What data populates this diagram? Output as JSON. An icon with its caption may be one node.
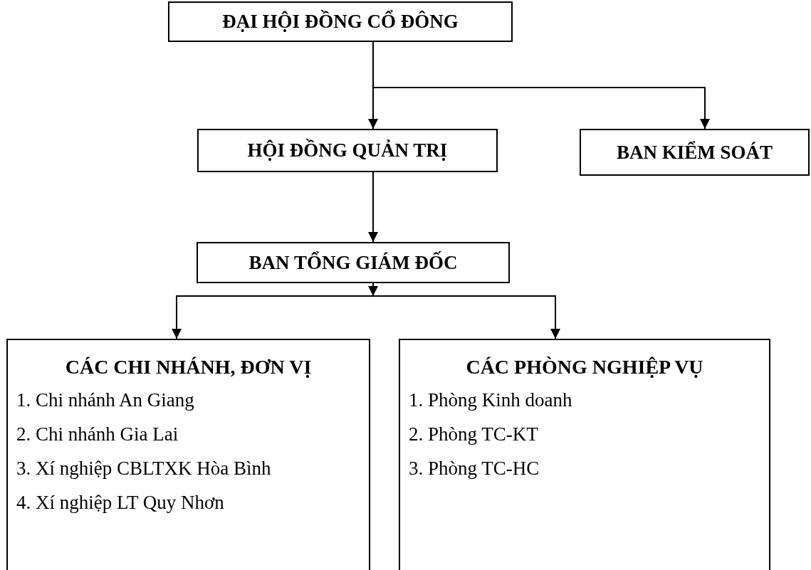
{
  "diagram": {
    "nodes": [
      {
        "text": [
          "ĐẠI HỘI ĐỒNG CỔ ĐÔNG"
        ]
      },
      {
        "text": [
          "HỘI ĐỒNG QUẢN TRỊ"
        ]
      },
      {
        "text": [
          "BAN KIỂM SOÁT"
        ]
      },
      {
        "text": [
          "BAN TỔNG GIÁM ĐỐC"
        ]
      },
      {
        "text": [
          "CÁC CHI NHÁNH, ĐƠN VỊ",
          "1. Chi nhánh An Giang",
          "2. Chi nhánh Gia Lai",
          "3. Xí nghiệp CBLTXK Hòa Bình",
          "4. Xí nghiệp LT Quy Nhơn"
        ]
      },
      {
        "text": [
          "CÁC PHÒNG NGHIỆP VỤ",
          "1. Phòng Kinh doanh",
          "2. Phòng TC-KT",
          "3. Phòng TC-HC"
        ]
      }
    ],
    "edges": [
      {
        "from": 0,
        "to": 1,
        "arrow": "to"
      },
      {
        "from": 0,
        "to": 2,
        "arrow": "to"
      },
      {
        "from": 1,
        "to": 3,
        "arrow": "to"
      },
      {
        "from": 3,
        "to": 4,
        "arrow": "to"
      },
      {
        "from": 3,
        "to": 5,
        "arrow": "to"
      }
    ]
  }
}
